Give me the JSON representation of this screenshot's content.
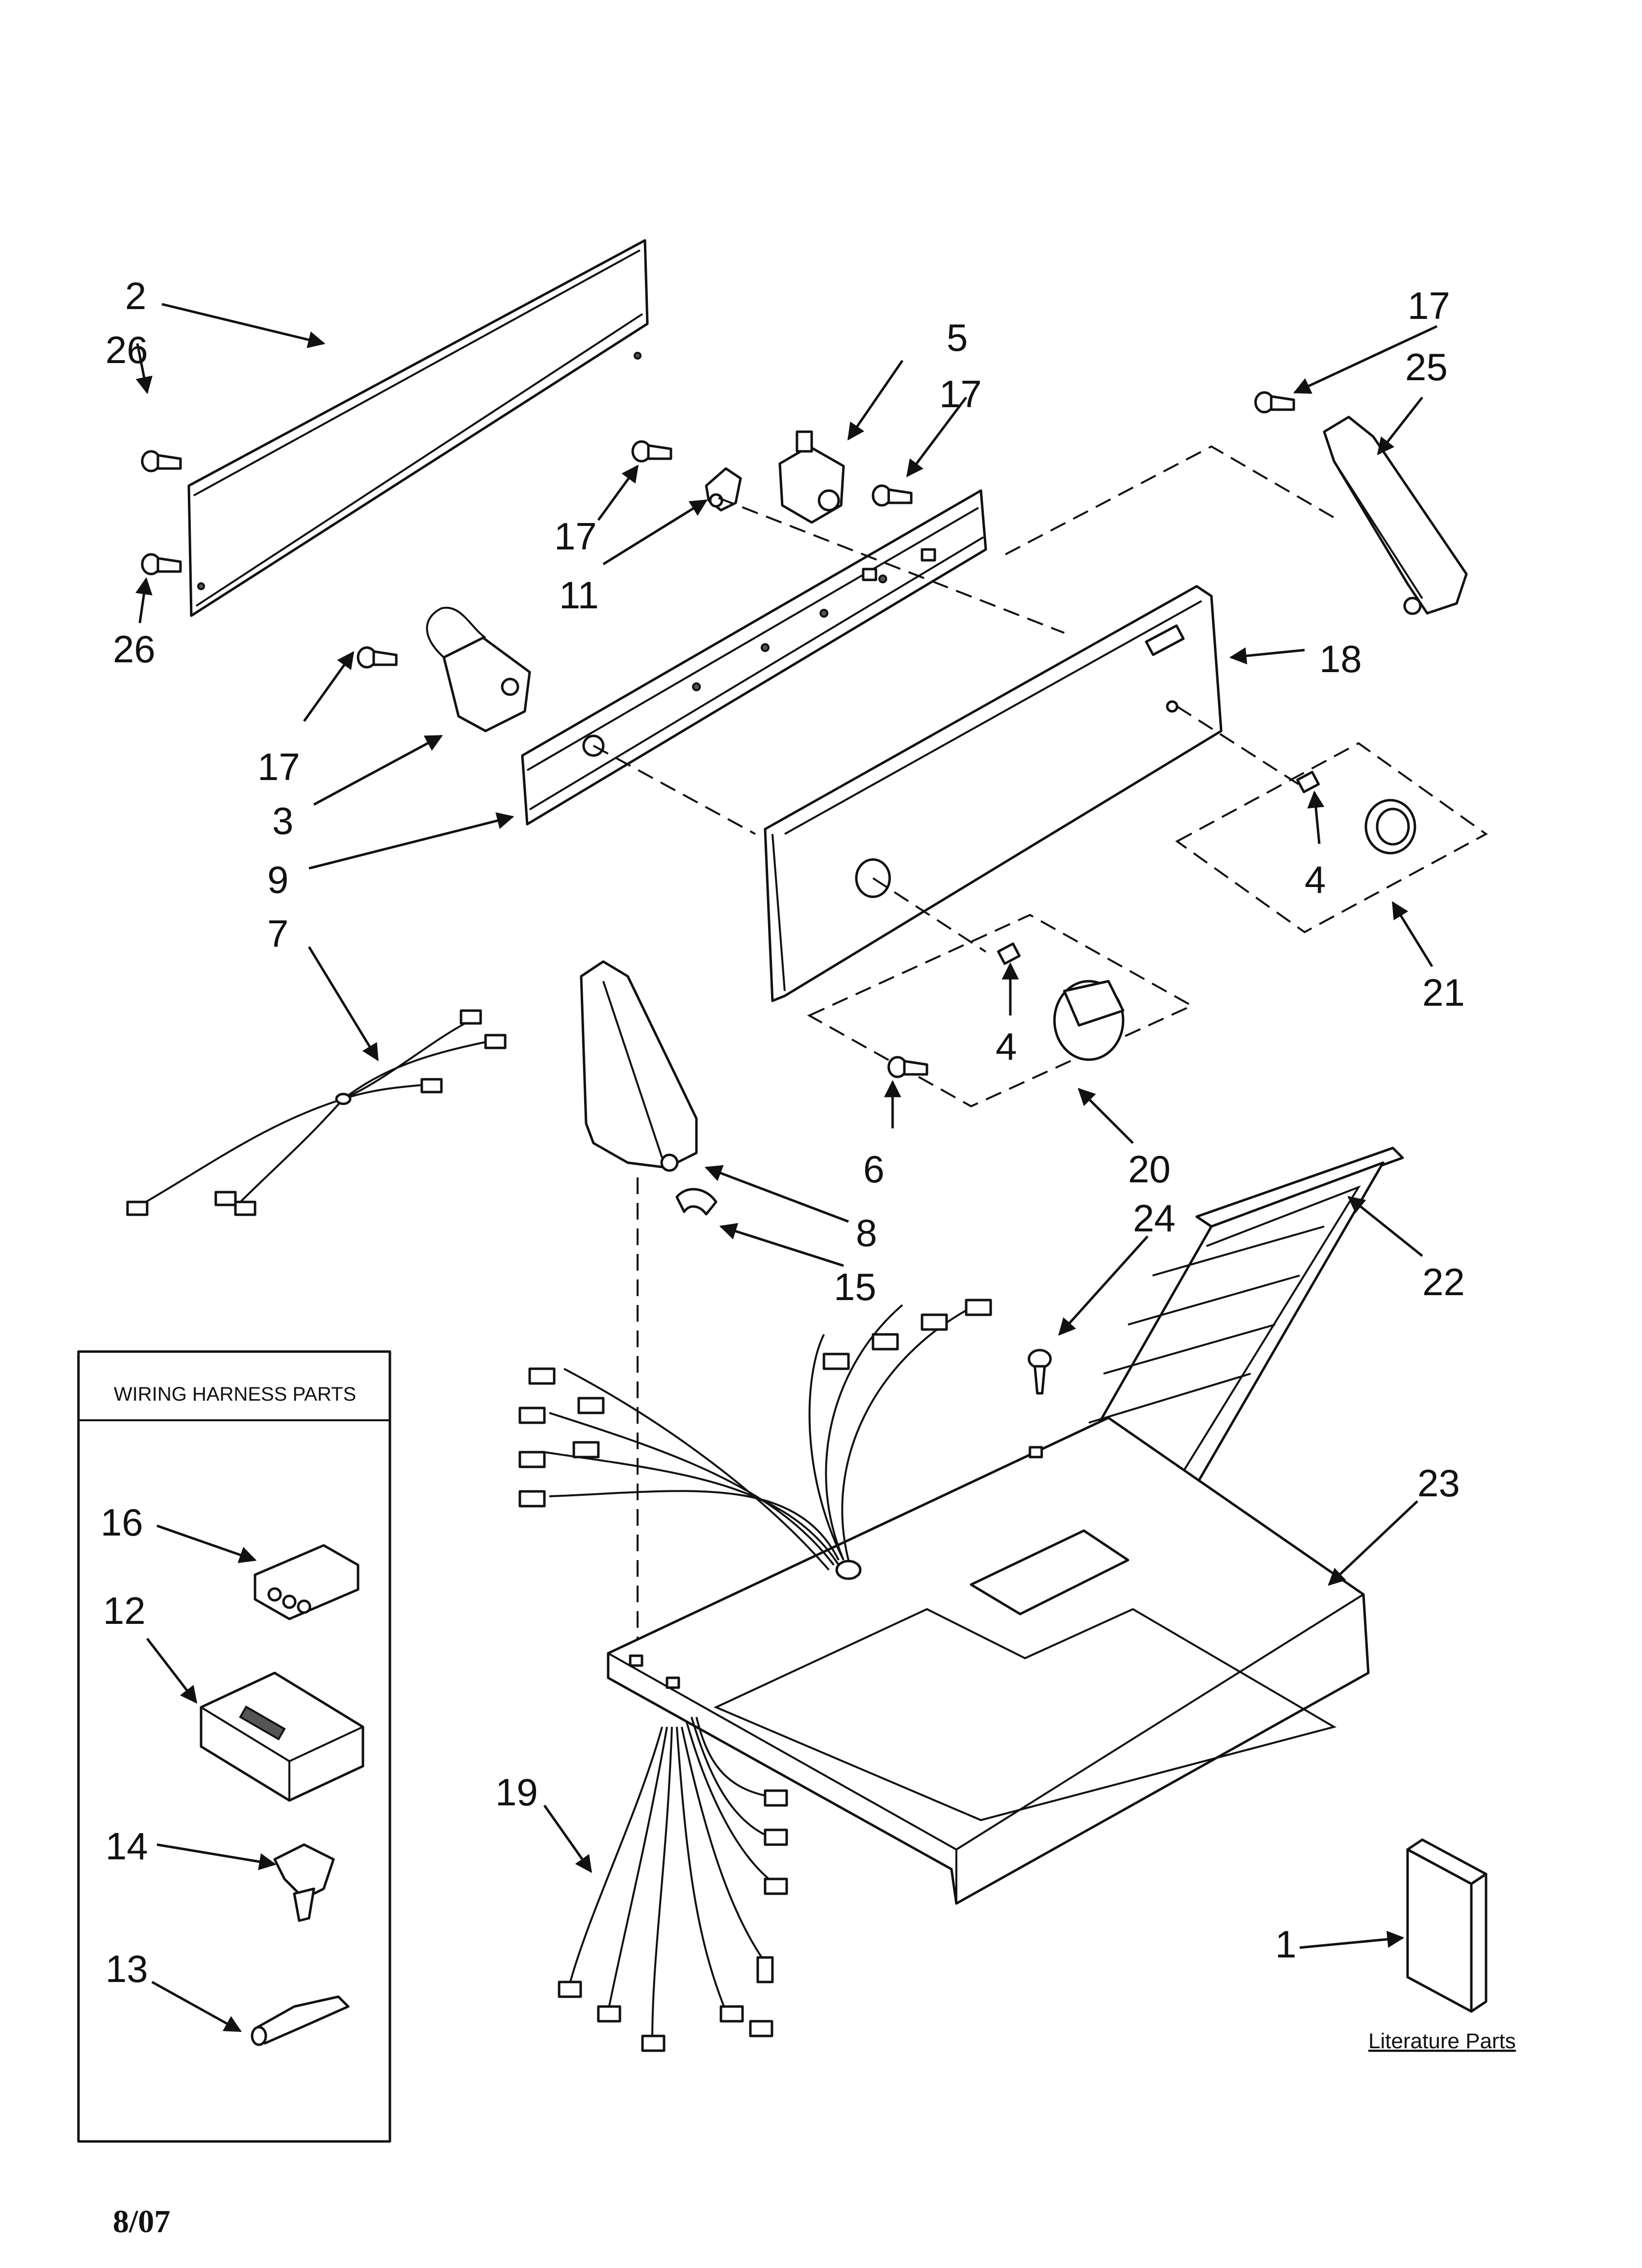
{
  "labels": {
    "l1": "1",
    "l2": "2",
    "l3": "3",
    "l4a": "4",
    "l4b": "4",
    "l5": "5",
    "l6": "6",
    "l7": "7",
    "l8": "8",
    "l9": "9",
    "l11": "11",
    "l12": "12",
    "l13": "13",
    "l14": "14",
    "l15": "15",
    "l16": "16",
    "l17a": "17",
    "l17b": "17",
    "l17c": "17",
    "l17d": "17",
    "l18": "18",
    "l19": "19",
    "l20": "20",
    "l21": "21",
    "l22": "22",
    "l23": "23",
    "l24": "24",
    "l25": "25",
    "l26a": "26",
    "l26b": "26"
  },
  "wiring_box": {
    "title": "WIRING HARNESS PARTS"
  },
  "literature": {
    "label": "Literature Parts"
  },
  "footer": {
    "date": "8/07"
  }
}
